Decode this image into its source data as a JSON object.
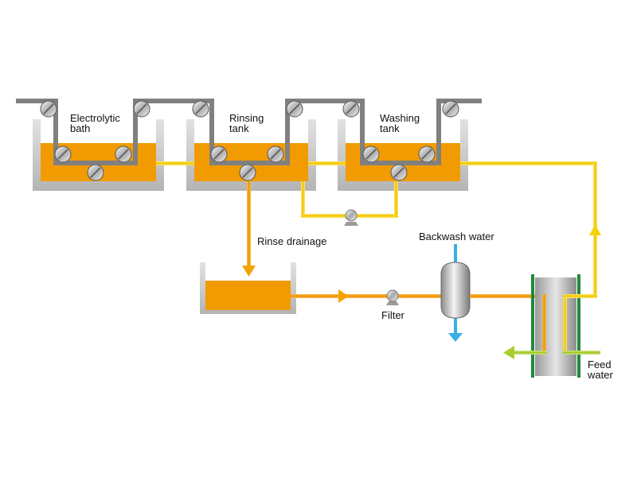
{
  "labels": {
    "electrolytic_bath": [
      "Electrolytic",
      "bath"
    ],
    "rinsing_tank": [
      "Rinsing",
      "tank"
    ],
    "washing_tank": [
      "Washing",
      "tank"
    ],
    "rinse_drainage": "Rinse drainage",
    "filter": "Filter",
    "backwash_water": "Backwash water",
    "feed_water": [
      "Feed",
      "water"
    ]
  },
  "colors": {
    "liquid": "#f29b00",
    "pipe_yellow": "#f5d20a",
    "pipe_orange": "#f4a300",
    "feed_green": "#a8cf2c",
    "backwash_blue": "#3aaee6",
    "tank_wall": "#c4c4c4",
    "conveyor": "#808080",
    "membrane_green": "#1f8a3a"
  },
  "icons": [
    "roller-icon",
    "pump-icon",
    "filter-vessel-icon",
    "membrane-module-icon",
    "arrow-icon"
  ]
}
